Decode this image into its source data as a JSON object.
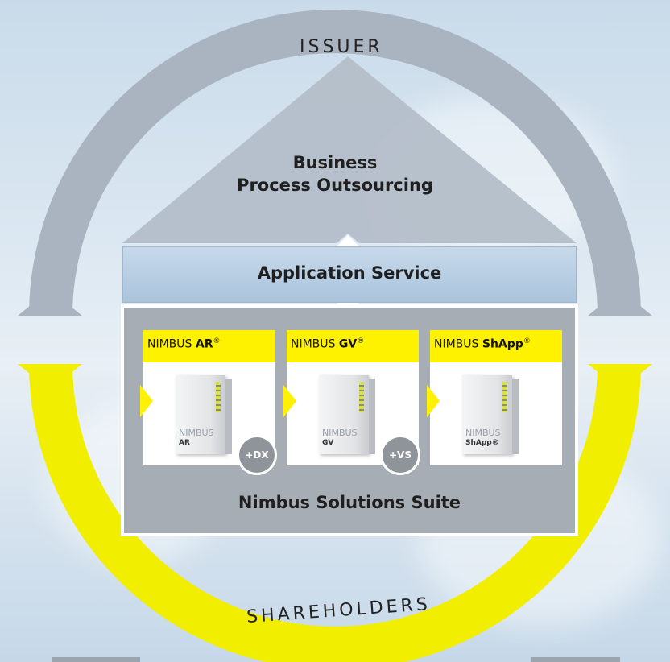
{
  "diagram": {
    "issuer": "ISSUER",
    "shareholders": "SHAREHOLDERS",
    "bpo_line1": "Business",
    "bpo_line2": "Process Outsourcing",
    "app_service": "Application Service",
    "suite": "Nimbus Solutions Suite",
    "products": [
      {
        "prefix": "NIMBUS ",
        "name": "AR",
        "mark": "®",
        "device_top": "NIMBUS",
        "device_sub": "AR"
      },
      {
        "prefix": "NIMBUS ",
        "name": "GV",
        "mark": "®",
        "device_top": "NIMBUS",
        "device_sub": "GV"
      },
      {
        "prefix": "NIMBUS ",
        "name": "ShApp",
        "mark": "®",
        "device_top": "NIMBUS",
        "device_sub": "ShApp®"
      }
    ],
    "badges": [
      "+DX",
      "+VS"
    ]
  },
  "colors": {
    "ring_top": "#a7b3c0",
    "ring_bottom": "#f2ee00",
    "accent_yellow": "#fff200",
    "app_service": "#b9d0e6",
    "suite": "#a7adb5"
  }
}
